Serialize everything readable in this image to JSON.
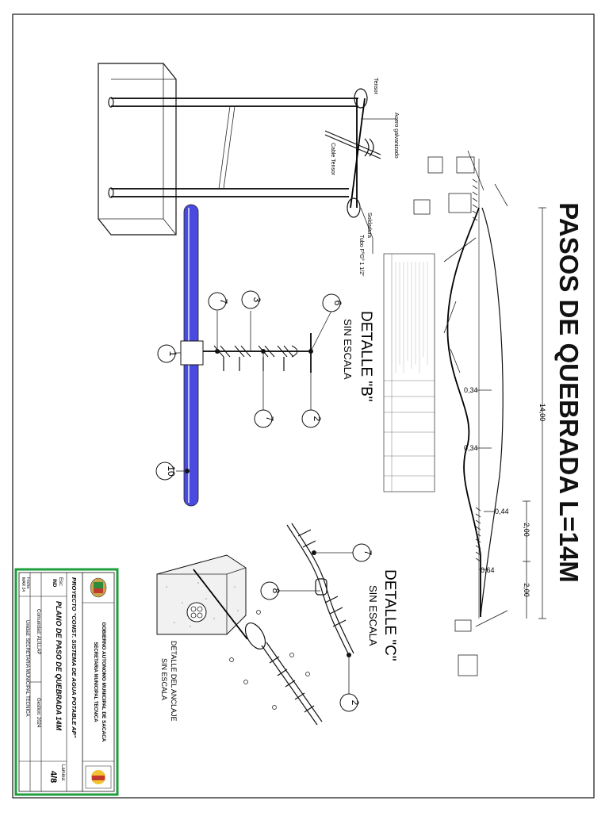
{
  "drawing": {
    "title": "PASOS DE QUEBRADA L=14M",
    "detail_b": {
      "title": "DETALLE \"B\"",
      "scale": "SIN ESCALA"
    },
    "detail_c": {
      "title": "DETALLE \"C\"",
      "scale": "SIN ESCALA"
    },
    "anchor_detail": {
      "title": "DETALLE DEL ANCLAJE",
      "scale": "SIN ESCALA"
    },
    "dimensions": {
      "span": "14,00",
      "side_a": "2,00",
      "side_b": "2,00",
      "sag_1": "0,34",
      "sag_2": "0,34",
      "sag_3": "0,44",
      "sag_4": "0,64"
    },
    "tower_labels": {
      "tensor": "Tensor",
      "grapa": "Acero galvanizado",
      "cable": "Cable Tensor",
      "soldadura": "Soldadura",
      "tubo": "Tubo FºGº 1 1/2\""
    },
    "callouts": [
      "1",
      "2",
      "3",
      "6",
      "7",
      "7",
      "7",
      "8",
      "2",
      "10"
    ]
  },
  "title_block": {
    "institution": "GOBIERNO AUTONOMO MUNICIPAL DE SACACA",
    "department": "SECRETARIA MUNICIPAL TECNICA",
    "project": "PROYECTO \"CONST. SISTEMA DE AGUA POTABLE AP\"",
    "plan": "PLANO DE PASO DE QUEBRADA 14M",
    "scale_label": "Esc:",
    "scale_value": "IND",
    "community": "Comunidad: ALILLAP",
    "gestion": "Gestion: 2024",
    "fecha_label": "Fecha",
    "fecha_value": "MAR 24",
    "unit": "Unidad: SECRETARIA MUNICIPAL TECNICA",
    "lamina_label": "Lamina:",
    "lamina_value": "4/8"
  },
  "colors": {
    "pipe": "#4a4ae0",
    "frame_green": "#1e9e3c"
  }
}
